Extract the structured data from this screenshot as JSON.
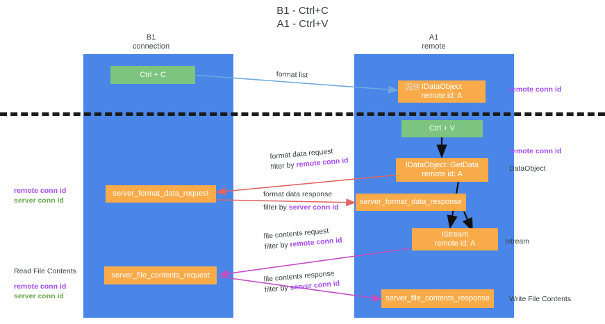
{
  "title": {
    "line1": "B1 - Ctrl+C",
    "line2": "A1 - Ctrl+V"
  },
  "lanes": [
    {
      "id": "b1",
      "name": "B1",
      "role": "connection",
      "color": "#4a86e8"
    },
    {
      "id": "a1",
      "name": "A1",
      "role": "remote",
      "color": "#4a86e8"
    }
  ],
  "divider": {
    "style": "dashed",
    "color": "#1a1a1a"
  },
  "nodes": {
    "ctrl_c": {
      "label": "Ctrl + C",
      "color": "#7cc47f"
    },
    "ctrl_v": {
      "label": "Ctrl + V",
      "color": "#7cc47f"
    },
    "idataobject": {
      "label": "IDataObject",
      "sub": "remote id: A",
      "color": "#f9ab49",
      "artifact": "囚佳"
    },
    "getdata": {
      "label": "IDataObject::GetData",
      "sub": "remote id: A",
      "color": "#f9ab49"
    },
    "istream": {
      "label": "IStream",
      "sub": "remote id: A",
      "color": "#f9ab49"
    },
    "server_format_data_request": {
      "label": "server_format_data_request",
      "color": "#f9ab49"
    },
    "server_format_data_response": {
      "label": "server_format_data_response",
      "color": "#f9ab49"
    },
    "server_file_contents_request": {
      "label": "server_file_contents_request",
      "color": "#f9ab49"
    },
    "server_file_contents_response": {
      "label": "server_file_contents_response",
      "color": "#f9ab49"
    }
  },
  "edges": [
    {
      "id": "format_list",
      "label": "format list",
      "color": "#6fa8dc"
    },
    {
      "id": "format_data_request",
      "line1": "format data request",
      "line2_prefix": "filter by ",
      "line2_hl": "remote conn id",
      "color": "#e06666",
      "hl_color": "#a64ceb"
    },
    {
      "id": "format_data_response",
      "line1": "format data response",
      "line2_prefix": "filter by ",
      "line2_hl": "server conn id",
      "color": "#e06666",
      "hl_color": "#a64ceb"
    },
    {
      "id": "file_contents_request",
      "line1": "file contents request",
      "line2_prefix": "filter by ",
      "line2_hl": "remote conn id",
      "color": "#c24ec2",
      "hl_color": "#a64ceb"
    },
    {
      "id": "file_contents_response",
      "line1": "file contents response",
      "line2_prefix": "filter by ",
      "line2_hl": "server conn id",
      "color": "#c24ec2",
      "hl_color": "#a64ceb"
    }
  ],
  "left_annotations": [
    {
      "id": "mid",
      "remote": "remote conn id",
      "server": "server conn id"
    },
    {
      "id": "bottom",
      "caption": "Read File Contents",
      "remote": "remote conn id",
      "server": "server conn id"
    }
  ],
  "right_annotations": [
    {
      "id": "top",
      "conn": "remote conn id"
    },
    {
      "id": "dataobject",
      "conn": "remote conn id",
      "caption": "DataObject"
    },
    {
      "id": "istream",
      "caption": "Istream"
    },
    {
      "id": "write",
      "caption": "Write File Contents"
    }
  ]
}
